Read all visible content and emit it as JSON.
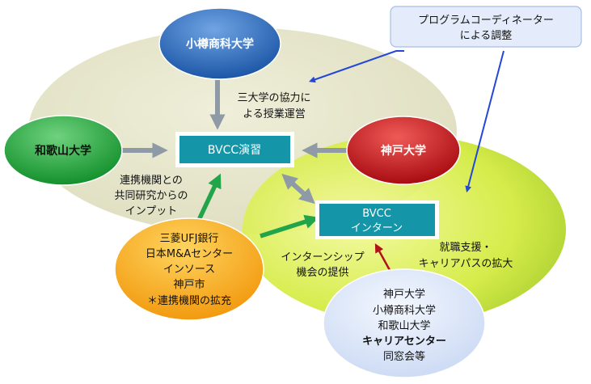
{
  "nodes": {
    "otaru": "小樽商科大学",
    "wakayama": "和歌山大学",
    "kobe": "神戸大学",
    "enshu": "BVCC演習",
    "intern": [
      "BVCC",
      "インターン"
    ],
    "coordinator": [
      "プログラムコーディネーター",
      "による調整"
    ],
    "partners": [
      "三菱UFJ銀行",
      "日本M&Aセンター",
      "インソース",
      "神戸市",
      "＊連携機関の拡充"
    ],
    "career": [
      "神戸大学",
      "小樽商科大学",
      "和歌山大学",
      "キャリアセンター",
      "同窓会等"
    ]
  },
  "labels": {
    "cooperation": [
      "三大学の協力に",
      "よる授業運営"
    ],
    "joint_research": [
      "連携機関との",
      "共同研究からの",
      "インプット"
    ],
    "internship_offer": [
      "インターンシップ",
      "機会の提供"
    ],
    "career_support": [
      "就職支援・",
      "キャリアパスの拡大"
    ]
  },
  "colors": {
    "otaru": "#2a66b8",
    "wakayama": "#1ea83c",
    "kobe": "#c8141a",
    "teal_box": "#1596a8",
    "partners": "#f4a418",
    "career": "#dce6f8",
    "coordinator": "#e4ecfc",
    "green_arrow": "#22a44a",
    "gray_arrow": "#8e9aa6",
    "blue_arrow": "#2447d8",
    "red_arrow": "#b01218"
  }
}
